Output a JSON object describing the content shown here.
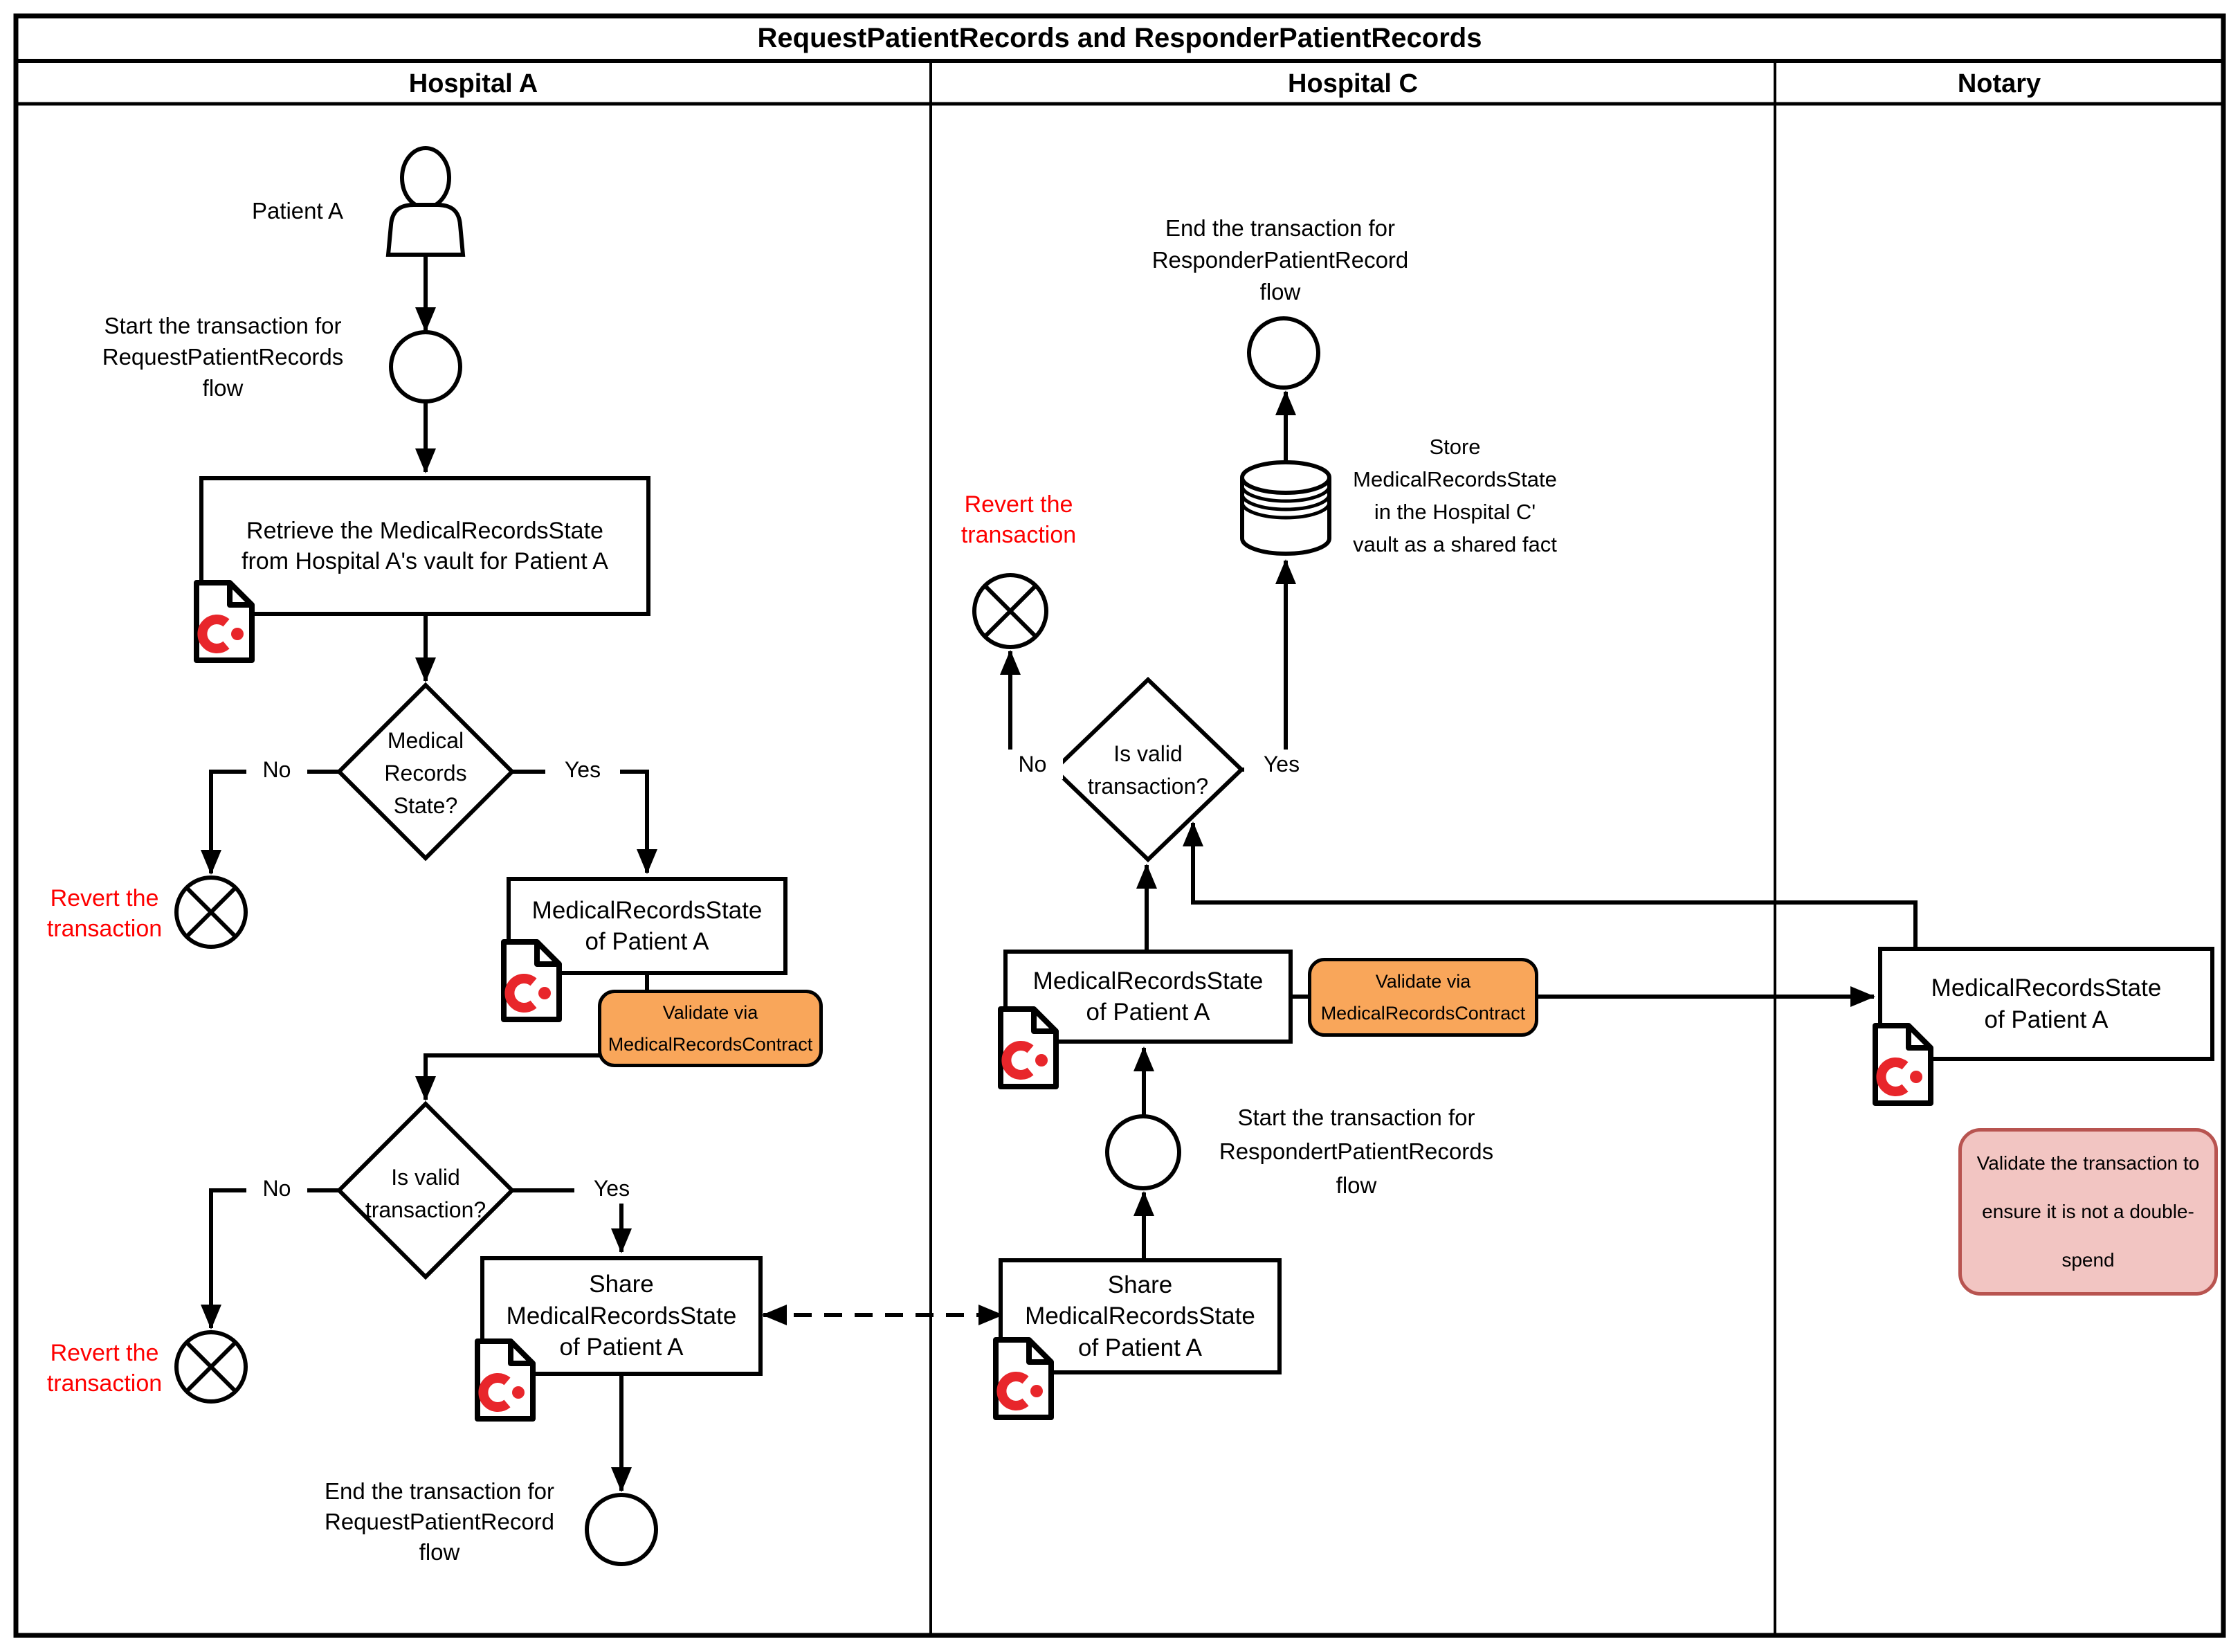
{
  "title": "RequestPatientRecords and ResponderPatientRecords",
  "lanes": [
    {
      "label": "Hospital A"
    },
    {
      "label": "Hospital C"
    },
    {
      "label": "Notary"
    }
  ],
  "colors": {
    "validate_fill": "#f9a65a",
    "note_fill": "#f2c5c2",
    "note_border": "#b85450",
    "revert_text": "#fe0000",
    "corda_red": "#e8262b"
  },
  "hospital_a": {
    "patient_label": "Patient A",
    "start_label": "Start the transaction for\nRequestPatientRecords\nflow",
    "retrieve_label": "Retrieve the MedicalRecordsState\nfrom Hospital A's vault for Patient A",
    "decision_records_label": "Medical\nRecords\nState?",
    "decision_valid_label": "Is valid\ntransaction?",
    "no_label": "No",
    "yes_label": "Yes",
    "revert_label": "Revert the\ntransaction",
    "state_label": "MedicalRecordsState\nof Patient A",
    "validate_label": "Validate via\nMedicalRecordsContract",
    "share_label": "Share\nMedicalRecordsState\nof Patient A",
    "end_label": "End the transaction for\nRequestPatientRecord\nflow"
  },
  "hospital_c": {
    "end_label": "End the transaction for\nResponderPatientRecord\nflow",
    "store_label": "Store\nMedicalRecordsState\nin the Hospital C'\nvault as a shared fact",
    "revert_label": "Revert the\ntransaction",
    "decision_valid_label": "Is valid\ntransaction?",
    "no_label": "No",
    "yes_label": "Yes",
    "state_label": "MedicalRecordsState\nof Patient A",
    "validate_label": "Validate via\nMedicalRecordsContract",
    "start_label": "Start the transaction for\nRespondertPatientRecords\nflow",
    "share_label": "Share\nMedicalRecordsState\nof Patient A"
  },
  "notary": {
    "state_label": "MedicalRecordsState\nof Patient A",
    "note_label": "Validate the transaction to\nensure it is not a double-\nspend"
  }
}
